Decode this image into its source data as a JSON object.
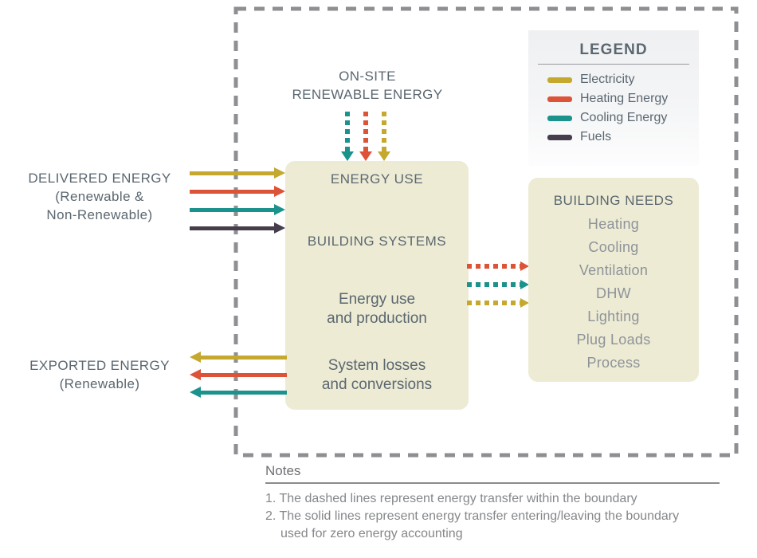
{
  "colors": {
    "electricity": "#c4a92e",
    "heating_energy": "#dc5338",
    "cooling_energy": "#1b938c",
    "fuels": "#453d4c",
    "boundary": "#8e8f92",
    "panel_fill": "#edebd4",
    "label_text": "#5b6770",
    "needs_item_text": "#8e9399"
  },
  "legend": {
    "title": "LEGEND",
    "items": [
      {
        "label": "Electricity"
      },
      {
        "label": "Heating Energy"
      },
      {
        "label": "Cooling Energy"
      },
      {
        "label": "Fuels"
      }
    ]
  },
  "labels": {
    "on_site_line1": "ON-SITE",
    "on_site_line2": "RENEWABLE ENERGY",
    "delivered_line1": "DELIVERED ENERGY",
    "delivered_line2": "(Renewable &",
    "delivered_line3": "Non-Renewable)",
    "exported_line1": "EXPORTED ENERGY",
    "exported_line2": "(Renewable)"
  },
  "central_box": {
    "title": "ENERGY USE",
    "subtitle": "BUILDING SYSTEMS",
    "body1_line1": "Energy use",
    "body1_line2": "and production",
    "body2_line1": "System losses",
    "body2_line2": "and conversions"
  },
  "building_needs": {
    "title": "BUILDING NEEDS",
    "items": [
      "Heating",
      "Cooling",
      "Ventilation",
      "DHW",
      "Lighting",
      "Plug Loads",
      "Process"
    ]
  },
  "notes": {
    "title": "Notes",
    "line1": "1. The dashed lines represent energy transfer within the boundary",
    "line2": "2. The solid lines represent energy transfer entering/leaving the boundary",
    "line3": "used for zero energy accounting"
  }
}
